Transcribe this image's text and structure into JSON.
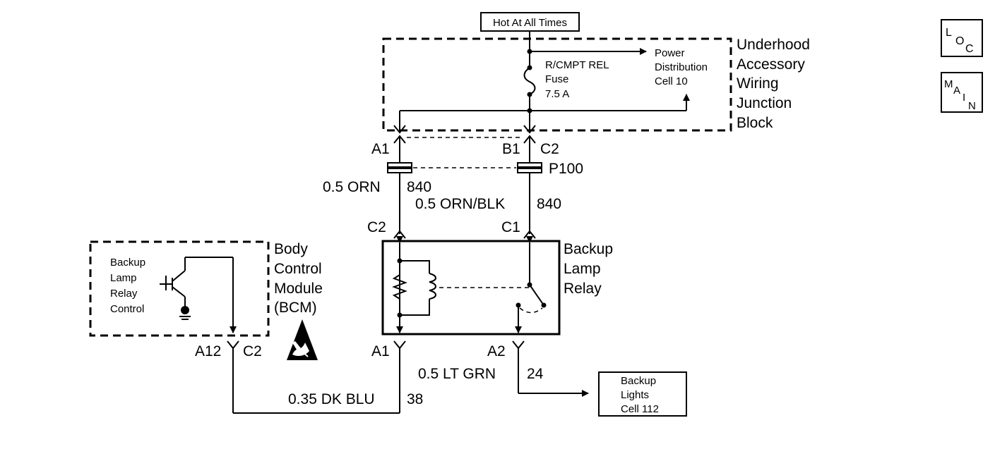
{
  "title": {
    "source": "Hot At All Times"
  },
  "nav": {
    "loc": [
      "L",
      "O",
      "C"
    ],
    "main": [
      "M",
      "A",
      "I",
      "N"
    ]
  },
  "junction_block": {
    "name_lines": [
      "Underhood",
      "Accessory",
      "Wiring",
      "Junction",
      "Block"
    ],
    "fuse_lines": [
      "R/CMPT REL",
      "Fuse",
      "7.5 A"
    ],
    "power_dist_lines": [
      "Power",
      "Distribution",
      "Cell 10"
    ]
  },
  "connectors": {
    "a1_top": "A1",
    "b1_top": "B1",
    "c2_top": "C2",
    "p100": "P100",
    "c2_relay": "C2",
    "c1_relay": "C1",
    "a1_relay": "A1",
    "a2_relay": "A2",
    "a12_bcm": "A12",
    "c2_bcm": "C2"
  },
  "wires": {
    "orn_size_color": "0.5 ORN",
    "orn_circuit": "840",
    "ornblk_size_color": "0.5 ORN/BLK",
    "ornblk_circuit": "840",
    "dkblu_size_color": "0.35 DK BLU",
    "dkblu_circuit": "38",
    "ltgrn_size_color": "0.5 LT GRN",
    "ltgrn_circuit": "24"
  },
  "relay": {
    "name_lines": [
      "Backup",
      "Lamp",
      "Relay"
    ]
  },
  "bcm": {
    "name_lines": [
      "Body",
      "Control",
      "Module",
      "(BCM)"
    ],
    "control_lines": [
      "Backup",
      "Lamp",
      "Relay",
      "Control"
    ]
  },
  "backup_lights": {
    "lines": [
      "Backup",
      "Lights",
      "Cell 112"
    ]
  }
}
